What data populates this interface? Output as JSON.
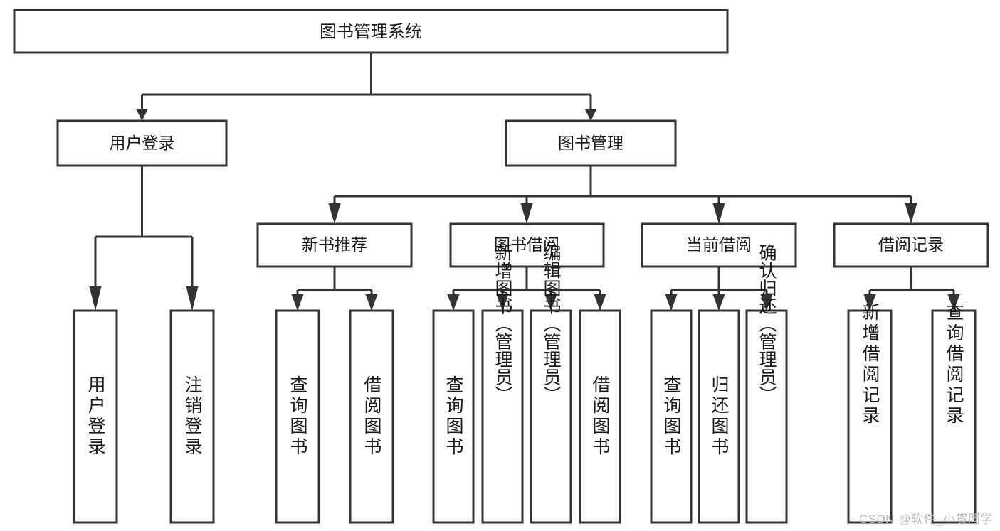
{
  "diagram": {
    "type": "tree",
    "title": "图书管理系统",
    "watermark": "CSDN @软件_小贺同学",
    "root": {
      "id": "root",
      "label": "图书管理系统"
    },
    "level2": [
      {
        "id": "user-login",
        "label": "用户登录"
      },
      {
        "id": "book-manage",
        "label": "图书管理"
      }
    ],
    "level3": [
      {
        "id": "new-book-recommend",
        "label": "新书推荐",
        "parent": "book-manage"
      },
      {
        "id": "book-borrow",
        "label": "图书借阅",
        "parent": "book-manage"
      },
      {
        "id": "current-borrow",
        "label": "当前借阅",
        "parent": "book-manage"
      },
      {
        "id": "borrow-record",
        "label": "借阅记录",
        "parent": "book-manage"
      }
    ],
    "leaves": [
      {
        "id": "leaf-user-login",
        "label": "用户登录",
        "parent": "user-login"
      },
      {
        "id": "leaf-logout-login",
        "label": "注销登录",
        "parent": "user-login"
      },
      {
        "id": "leaf-query-book-1",
        "label": "查询图书",
        "parent": "new-book-recommend"
      },
      {
        "id": "leaf-borrow-book-1",
        "label": "借阅图书",
        "parent": "new-book-recommend"
      },
      {
        "id": "leaf-query-book-2",
        "label": "查询图书",
        "parent": "book-borrow"
      },
      {
        "id": "leaf-add-book",
        "label": "新增图书（管理员）",
        "parent": "book-borrow"
      },
      {
        "id": "leaf-edit-book",
        "label": "编辑图书（管理员）",
        "parent": "book-borrow"
      },
      {
        "id": "leaf-borrow-book-2",
        "label": "借阅图书",
        "parent": "book-borrow"
      },
      {
        "id": "leaf-query-book-3",
        "label": "查询图书",
        "parent": "current-borrow"
      },
      {
        "id": "leaf-return-book",
        "label": "归还图书",
        "parent": "current-borrow"
      },
      {
        "id": "leaf-confirm-return",
        "label": "确认归还（管理员）",
        "parent": "current-borrow"
      },
      {
        "id": "leaf-add-record",
        "label": "新增借阅记录",
        "parent": "borrow-record"
      },
      {
        "id": "leaf-query-record",
        "label": "查询借阅记录",
        "parent": "borrow-record"
      }
    ],
    "colors": {
      "stroke": "#333333",
      "fill": "#ffffff",
      "text": "#1a1a1a",
      "watermark": "#b9b9b9"
    }
  }
}
